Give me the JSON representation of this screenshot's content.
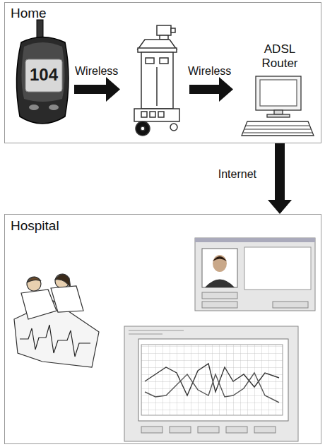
{
  "diagram": {
    "nodes": [
      {
        "text": [
          "Home"
        ]
      },
      {
        "text": [
          "ADSL Router"
        ],
        "in": 0
      },
      {
        "text": [
          "Hospital"
        ]
      }
    ],
    "edges": [
      {
        "from": 1,
        "to": 2,
        "arrow": "to",
        "label": "Internet"
      }
    ],
    "labels": [
      "Wireless",
      "Wireless",
      "104"
    ]
  }
}
